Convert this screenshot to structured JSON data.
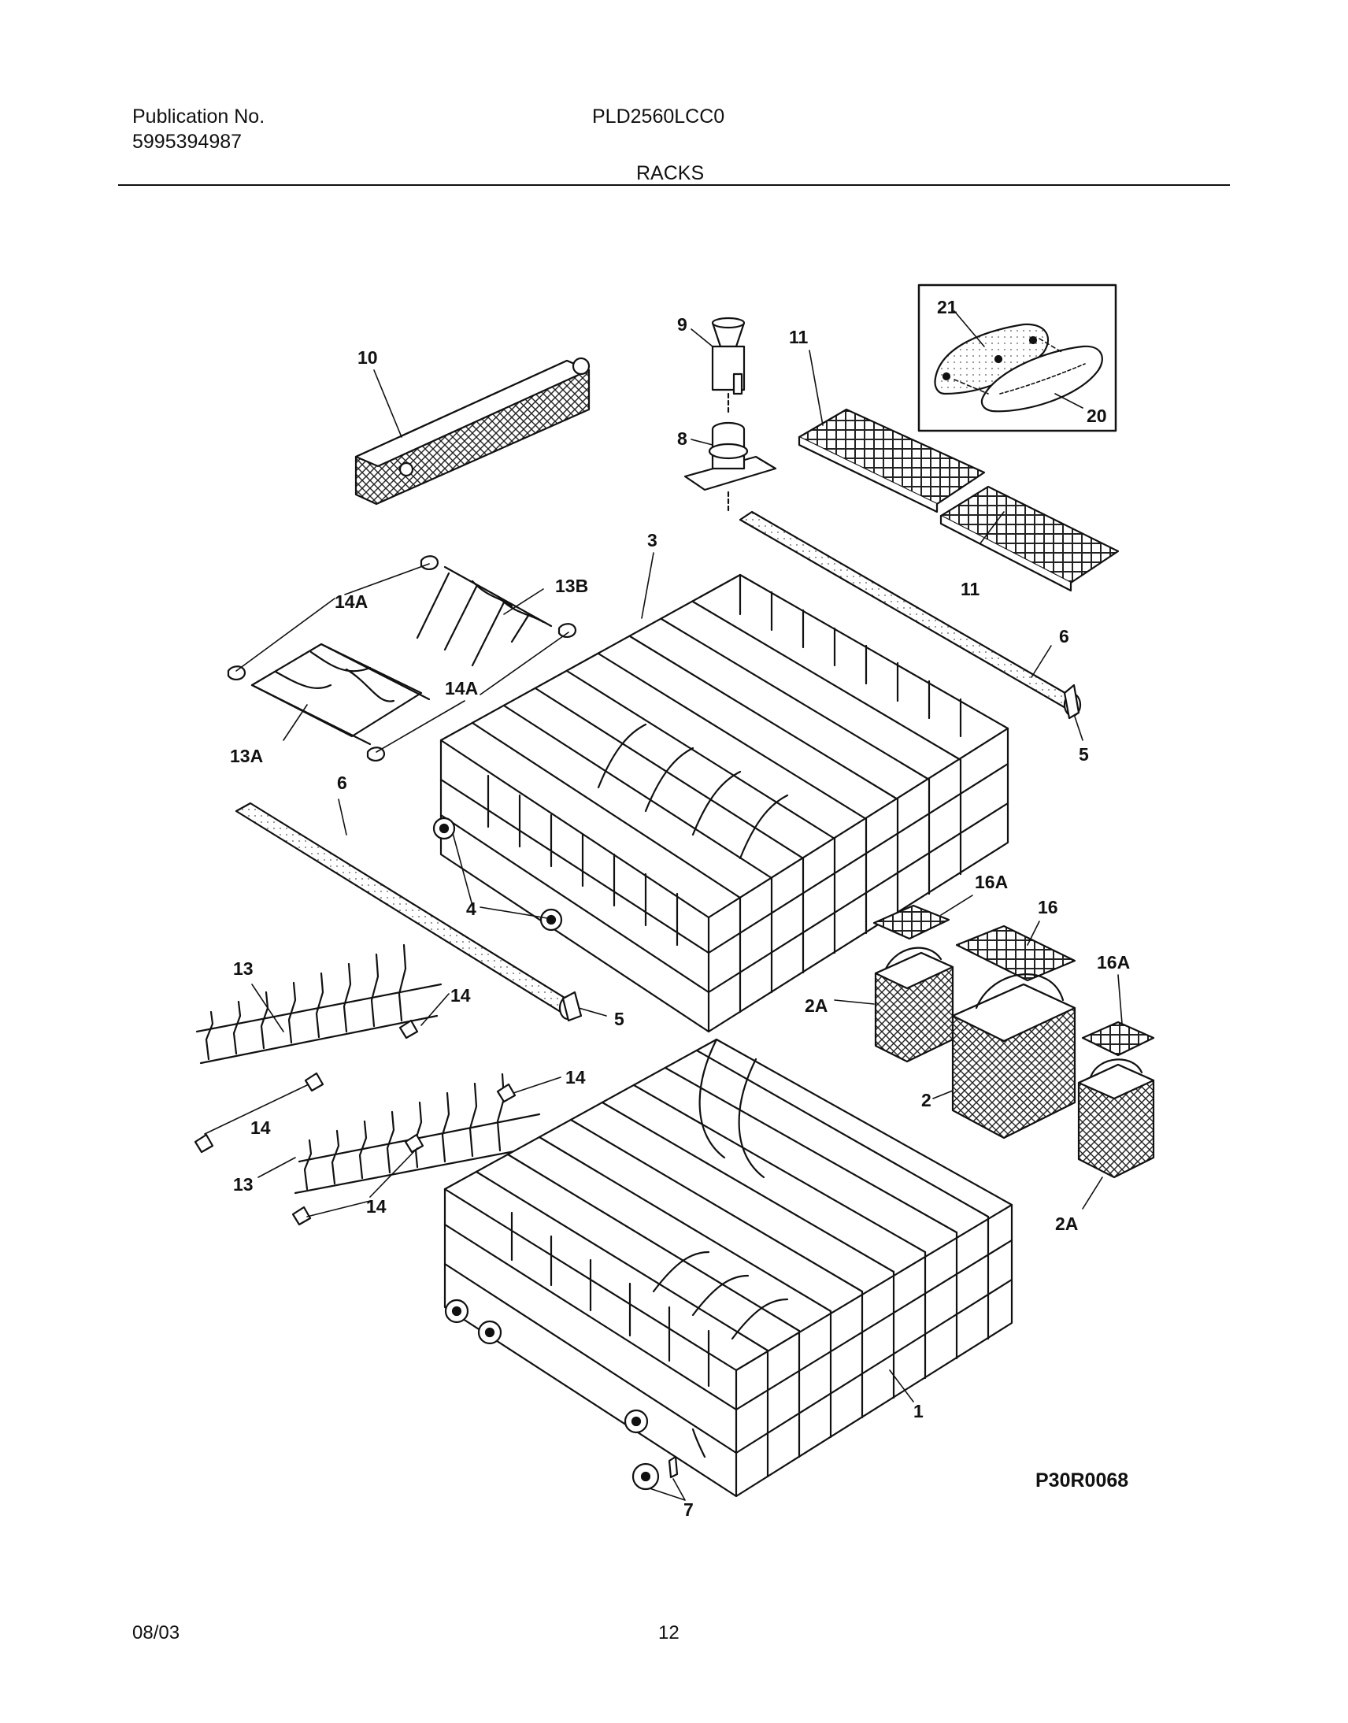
{
  "header": {
    "pub_label": "Publication No.",
    "pub_number": "5995394987",
    "model": "PLD2560LCC0",
    "section": "RACKS"
  },
  "diagram": {
    "code": "P30R0068",
    "callouts": {
      "c1": "1",
      "c2": "2",
      "c2a_l": "2A",
      "c2a_r": "2A",
      "c3": "3",
      "c4": "4",
      "c5_r": "5",
      "c5_l": "5",
      "c6_r": "6",
      "c6_l": "6",
      "c7": "7",
      "c8": "8",
      "c9": "9",
      "c10": "10",
      "c11_t": "11",
      "c11_b": "11",
      "c13_t": "13",
      "c13_b": "13",
      "c13a": "13A",
      "c13b": "13B",
      "c14_a": "14",
      "c14_b": "14",
      "c14_c": "14",
      "c14_d": "14",
      "c14a_t": "14A",
      "c14a_b": "14A",
      "c16": "16",
      "c16a_l": "16A",
      "c16a_r": "16A",
      "c20": "20",
      "c21": "21"
    }
  },
  "footer": {
    "date": "08/03",
    "page": "12"
  }
}
